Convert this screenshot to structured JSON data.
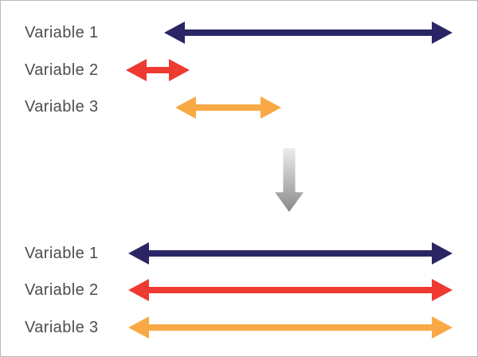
{
  "top_panel": {
    "rows": [
      {
        "label": "Variable 1",
        "arrow": "short-range-navy-double-arrow"
      },
      {
        "label": "Variable 2",
        "arrow": "short-range-red-double-arrow"
      },
      {
        "label": "Variable 3",
        "arrow": "short-range-orange-double-arrow"
      }
    ]
  },
  "transform": {
    "icon": "down-arrow-icon"
  },
  "bottom_panel": {
    "rows": [
      {
        "label": "Variable 1",
        "arrow": "full-range-navy-double-arrow"
      },
      {
        "label": "Variable 2",
        "arrow": "full-range-red-double-arrow"
      },
      {
        "label": "Variable 3",
        "arrow": "full-range-orange-double-arrow"
      }
    ]
  },
  "colors": {
    "variable1_arrow": "#2a2564",
    "variable2_arrow": "#ee3a31",
    "variable3_arrow": "#f8a945",
    "transform_arrow_top": "#ececec",
    "transform_arrow_bottom": "#8a8a8a",
    "label_text": "#4c4d4f",
    "frame_border": "#b9b9b9",
    "background": "#ffffff"
  }
}
